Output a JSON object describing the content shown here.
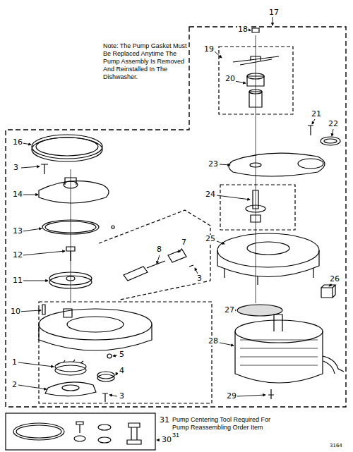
{
  "diagram": {
    "labels": [
      "Note: The Pump Gasket Must Be Replaced Anytime The Pump Assembly Is Removed And Reinstalled In The Dishwasher.",
      "17",
      "18",
      "16",
      "19",
      "3",
      "20",
      "14",
      "21",
      "22",
      "13",
      "23",
      "12",
      "7",
      "8",
      "24",
      "11",
      "3",
      "10",
      "25",
      "26",
      "1",
      "5",
      "4",
      "27",
      "2",
      "28",
      "3",
      "29",
      "31",
      "Pump Centering Tool Required For Pump Reassembling Order Item 31",
      "30",
      "3164"
    ]
  }
}
